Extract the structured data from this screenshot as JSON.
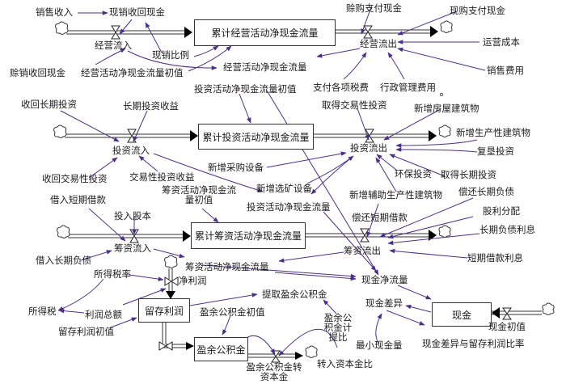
{
  "title": "Cash flow system dynamics stock-flow diagram",
  "colors": {
    "link": "#4b2f8a",
    "pipe": "#333333",
    "text": "#1a1a1a"
  },
  "stocks": {
    "operating": "累计经营活动净现金流量",
    "investing": "累计投资活动净现金流量",
    "financing": "累计筹资活动净现金流量",
    "retained": "留存利润",
    "surplus": "盈余公积金",
    "cash": "现金"
  },
  "operating": {
    "sales_income": "销售收入",
    "cash_sales_receipt": "现销收回现金",
    "inflow": "经营流入",
    "credit_sales_receipt": "赊销收回现金",
    "cash_sales_ratio": "现销比例",
    "initial_value": "经营活动净现金流量初值",
    "net_flow": "经营活动净现金流量",
    "outflow": "经营流出",
    "credit_purchase_pay": "赊购支付现金",
    "cash_purchase_pay": "现购支付现金",
    "operating_cost": "运营成本",
    "selling_expense": "销售费用",
    "taxes_paid": "支付各项税费",
    "admin_expense": "行政管理费用"
  },
  "investing": {
    "initial_value": "投资活动净现金流量初值",
    "recover_lt_invest": "收回长期投资",
    "lt_invest_income": "长期投资收益",
    "inflow": "投资流入",
    "recover_trading_invest": "收回交易性投资",
    "trading_invest_income": "交易性投资收益",
    "new_purchase_equipment": "新增采购设备",
    "new_mining_equipment": "新增选矿设备",
    "net_flow": "投资活动净现金流量",
    "acquire_trading_invest": "取得交易性投资",
    "new_buildings": "新增房屋建筑物",
    "outflow": "投资流出",
    "new_production_buildings": "新增生产性建筑物",
    "reclamation_invest": "复垦投资",
    "env_invest": "环保投资",
    "acquire_lt_invest": "取得长期投资",
    "new_aux_buildings": "新增辅助生产性建筑物"
  },
  "financing": {
    "short_borrow": "借入短期借款",
    "equity_input": "投入股本",
    "initial_value": "筹资活动净现金流量初值",
    "inflow": "筹资流入",
    "long_borrow": "借入长期负债",
    "net_flow": "筹资活动净现金流量",
    "repay_lt_debt": "偿还长期负债",
    "repay_st_borrow": "偿还短期借款",
    "dividend": "股利分配",
    "lt_debt_interest": "长期负债利息",
    "st_borrow_interest": "短期借款利息",
    "outflow": "筹资流出"
  },
  "profit": {
    "tax_rate": "所得税率",
    "net_profit": "净利润",
    "income_tax": "所得税",
    "total_profit": "利润总额",
    "retained_initial": "留存利润初值",
    "extract_surplus": "提取盈余公积金",
    "surplus_initial": "盈余公积金初值",
    "surplus_ratio": "盈余公积金计提比",
    "surplus_to_capital": "盈余公积金转资本金",
    "to_capital_ratio": "转入资本金比"
  },
  "cash": {
    "net_flow": "现金净流量",
    "difference": "现金差异",
    "min_cash": "最小现金量",
    "initial_value": "现金初值",
    "diff_retained_ratio": "现金差异与留存利润比率"
  }
}
